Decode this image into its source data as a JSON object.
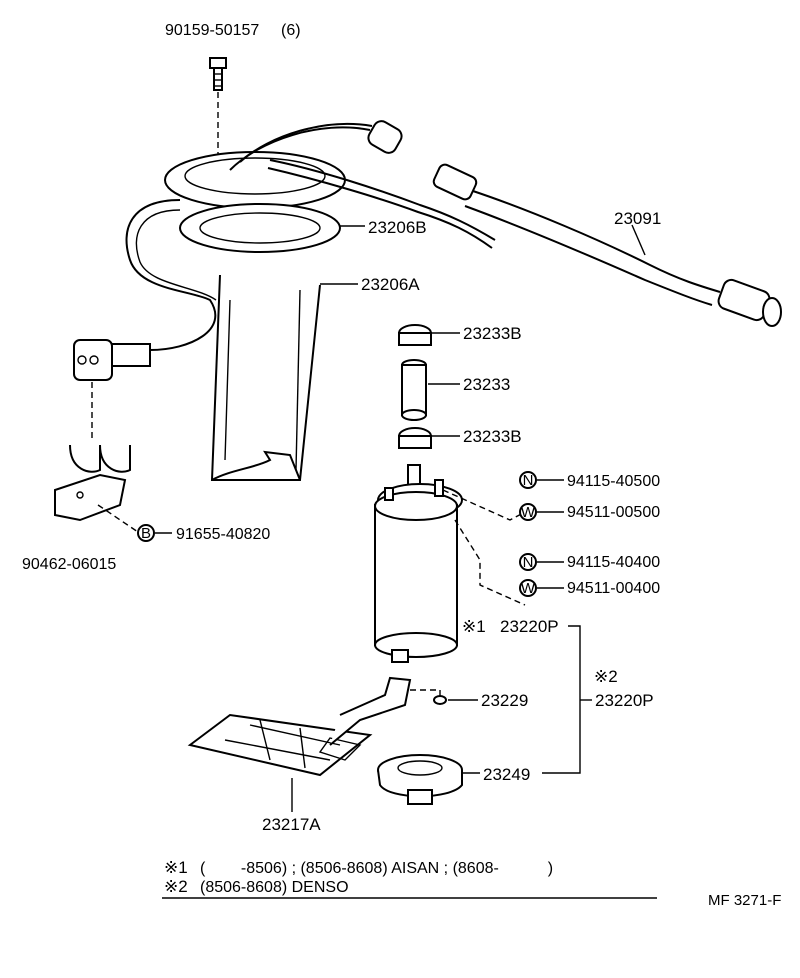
{
  "parts": {
    "bolt": "90159-50157",
    "bolt_qty": "(6)",
    "gasket": "23206B",
    "bracket": "23206A",
    "fuel_hose": "23091",
    "clamp_top": "23233B",
    "hose": "23233",
    "clamp_bottom": "23233B",
    "connector_clip": "90462-06015",
    "bolt_b": "91655-40820",
    "nut_1": "94115-40500",
    "washer_1": "94511-00500",
    "nut_2": "94115-40400",
    "washer_2": "94511-00400",
    "pump_1": "23220P",
    "pump_2": "23220P",
    "pump_note_1": "※1",
    "pump_note_2": "※2",
    "spacer": "23229",
    "cushion": "23249",
    "filter": "23217A"
  },
  "markers": {
    "b": "B",
    "n": "N",
    "w": "W"
  },
  "notes": {
    "line1_mark": "※1",
    "line1_text": "(        -8506) ; (8506-8608) AISAN ; (8608-           )",
    "line2_mark": "※2",
    "line2_text": "(8506-8608) DENSO"
  },
  "figure_code": "MF 3271-F"
}
